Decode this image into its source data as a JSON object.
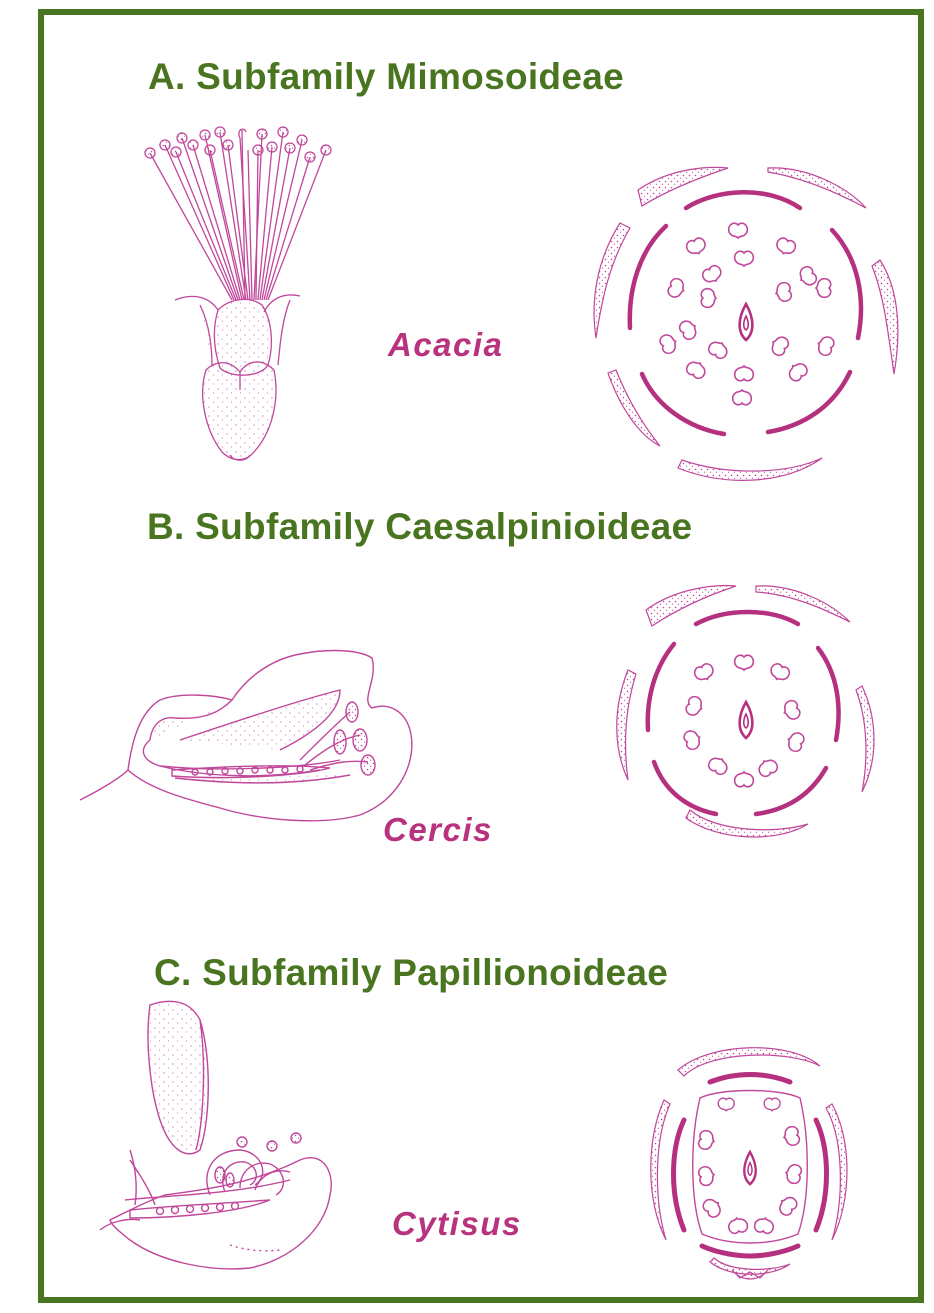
{
  "colors": {
    "frame": "#4a7520",
    "heading": "#4a7520",
    "genus": "#b8327e",
    "drawing": "#c0479a",
    "drawing_bold": "#b5307f"
  },
  "sections": [
    {
      "heading": "A.  Subfamily  Mimosoideae",
      "genus": "Acacia"
    },
    {
      "heading": "B.  Subfamily  Caesalpinioideae",
      "genus": "Cercis"
    },
    {
      "heading": "C.  Subfamily  Papillionoideae",
      "genus": "Cytisus"
    }
  ]
}
